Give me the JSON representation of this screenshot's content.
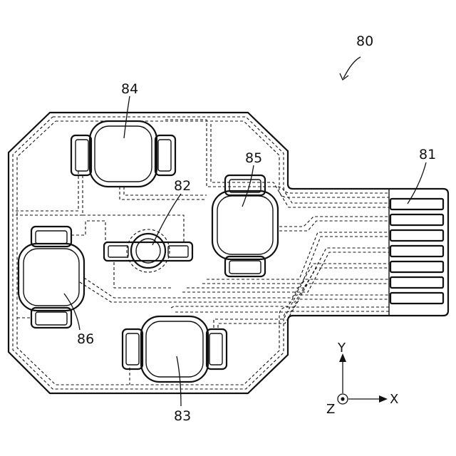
{
  "figure": {
    "labels": {
      "assembly": "80",
      "connector": "81",
      "center_sensor": "82",
      "sensor_bottom": "83",
      "sensor_top": "84",
      "sensor_right": "85",
      "sensor_left": "86"
    },
    "axes": {
      "y": "Y",
      "x": "X",
      "z": "Z"
    },
    "connector_pin_count": 7
  }
}
